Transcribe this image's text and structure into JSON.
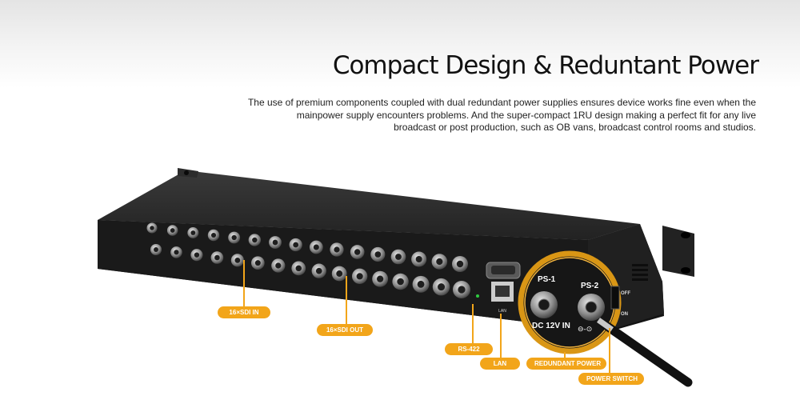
{
  "heading": "Compact Design & Reduntant Power",
  "description_lines": [
    "The use of premium components coupled with dual redundant power supplies ensures device works fine even when the",
    "mainpower supply encounters problems. And the super-compact 1RU design making a perfect fit for any live",
    "broadcast or post production, such as OB vans, broadcast control rooms and studios."
  ],
  "device_labels": {
    "ps1": "PS-1",
    "ps2": "PS-2",
    "dc_in": "DC 12V IN",
    "lan_port": "LAN",
    "off": "OFF",
    "on": "ON"
  },
  "callouts": {
    "sdi_in": "16×SDI IN",
    "sdi_out": "16×SDI OUT",
    "rs422": "RS-422",
    "lan": "LAN",
    "redundant_power": "REDUNDANT POWER",
    "power_switch": "POWER SWITCH"
  },
  "colors": {
    "accent": "#f2a51a",
    "chassis": "#1b1b1b",
    "background": "#ffffff"
  }
}
